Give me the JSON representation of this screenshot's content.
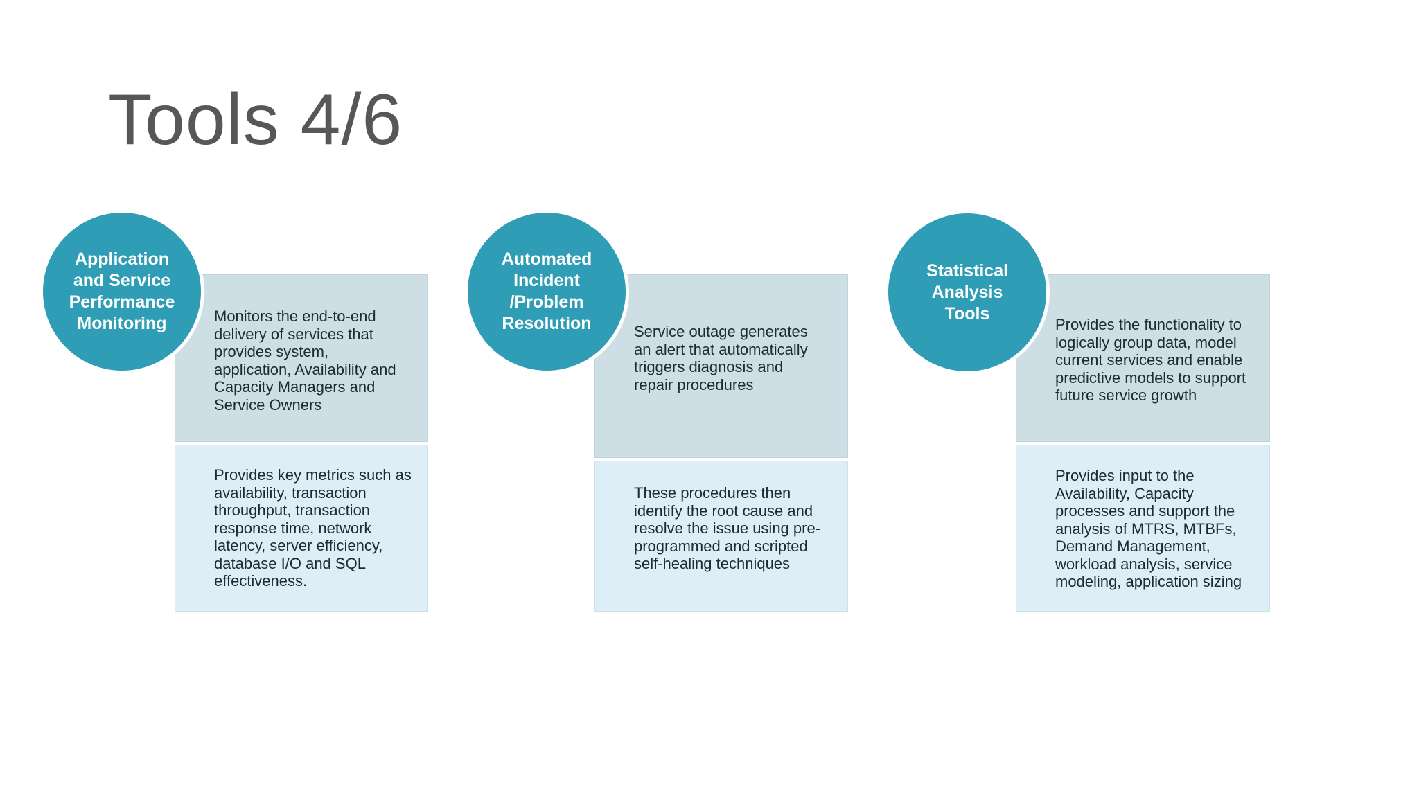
{
  "slide": {
    "title": "Tools 4/6"
  },
  "colors": {
    "accent_teal": "#2e9db5",
    "top_box_bg": "#cddee4",
    "bottom_box_bg": "#ddeef6",
    "title_gray": "#575757",
    "body_text": "#202b31"
  },
  "columns": [
    {
      "circle_label": "Application\nand Service\nPerformance\nMonitoring",
      "top_text": "Monitors the end-to-end\ndelivery of services that\nprovides system,\napplication, Availability and\nCapacity Managers and\nService Owners",
      "bottom_text": "Provides key metrics such as\navailability, transaction\nthroughput, transaction\nresponse time, network\nlatency, server efficiency,\ndatabase I/O and SQL\neffectiveness."
    },
    {
      "circle_label": "Automated\nIncident\n/Problem\nResolution",
      "top_text": "Service outage generates\nan alert that automatically\ntriggers diagnosis and\nrepair procedures",
      "bottom_text": "These procedures then\nidentify the root cause and\nresolve the issue using pre-\nprogrammed and scripted\nself-healing techniques"
    },
    {
      "circle_label": "Statistical\nAnalysis\nTools",
      "top_text": "Provides the functionality to\nlogically group data, model\ncurrent services and enable\npredictive models to support\nfuture service growth",
      "bottom_text": "Provides input to the\nAvailability, Capacity\nprocesses and support the\nanalysis of MTRS, MTBFs,\nDemand Management,\nworkload analysis, service\nmodeling, application sizing"
    }
  ]
}
